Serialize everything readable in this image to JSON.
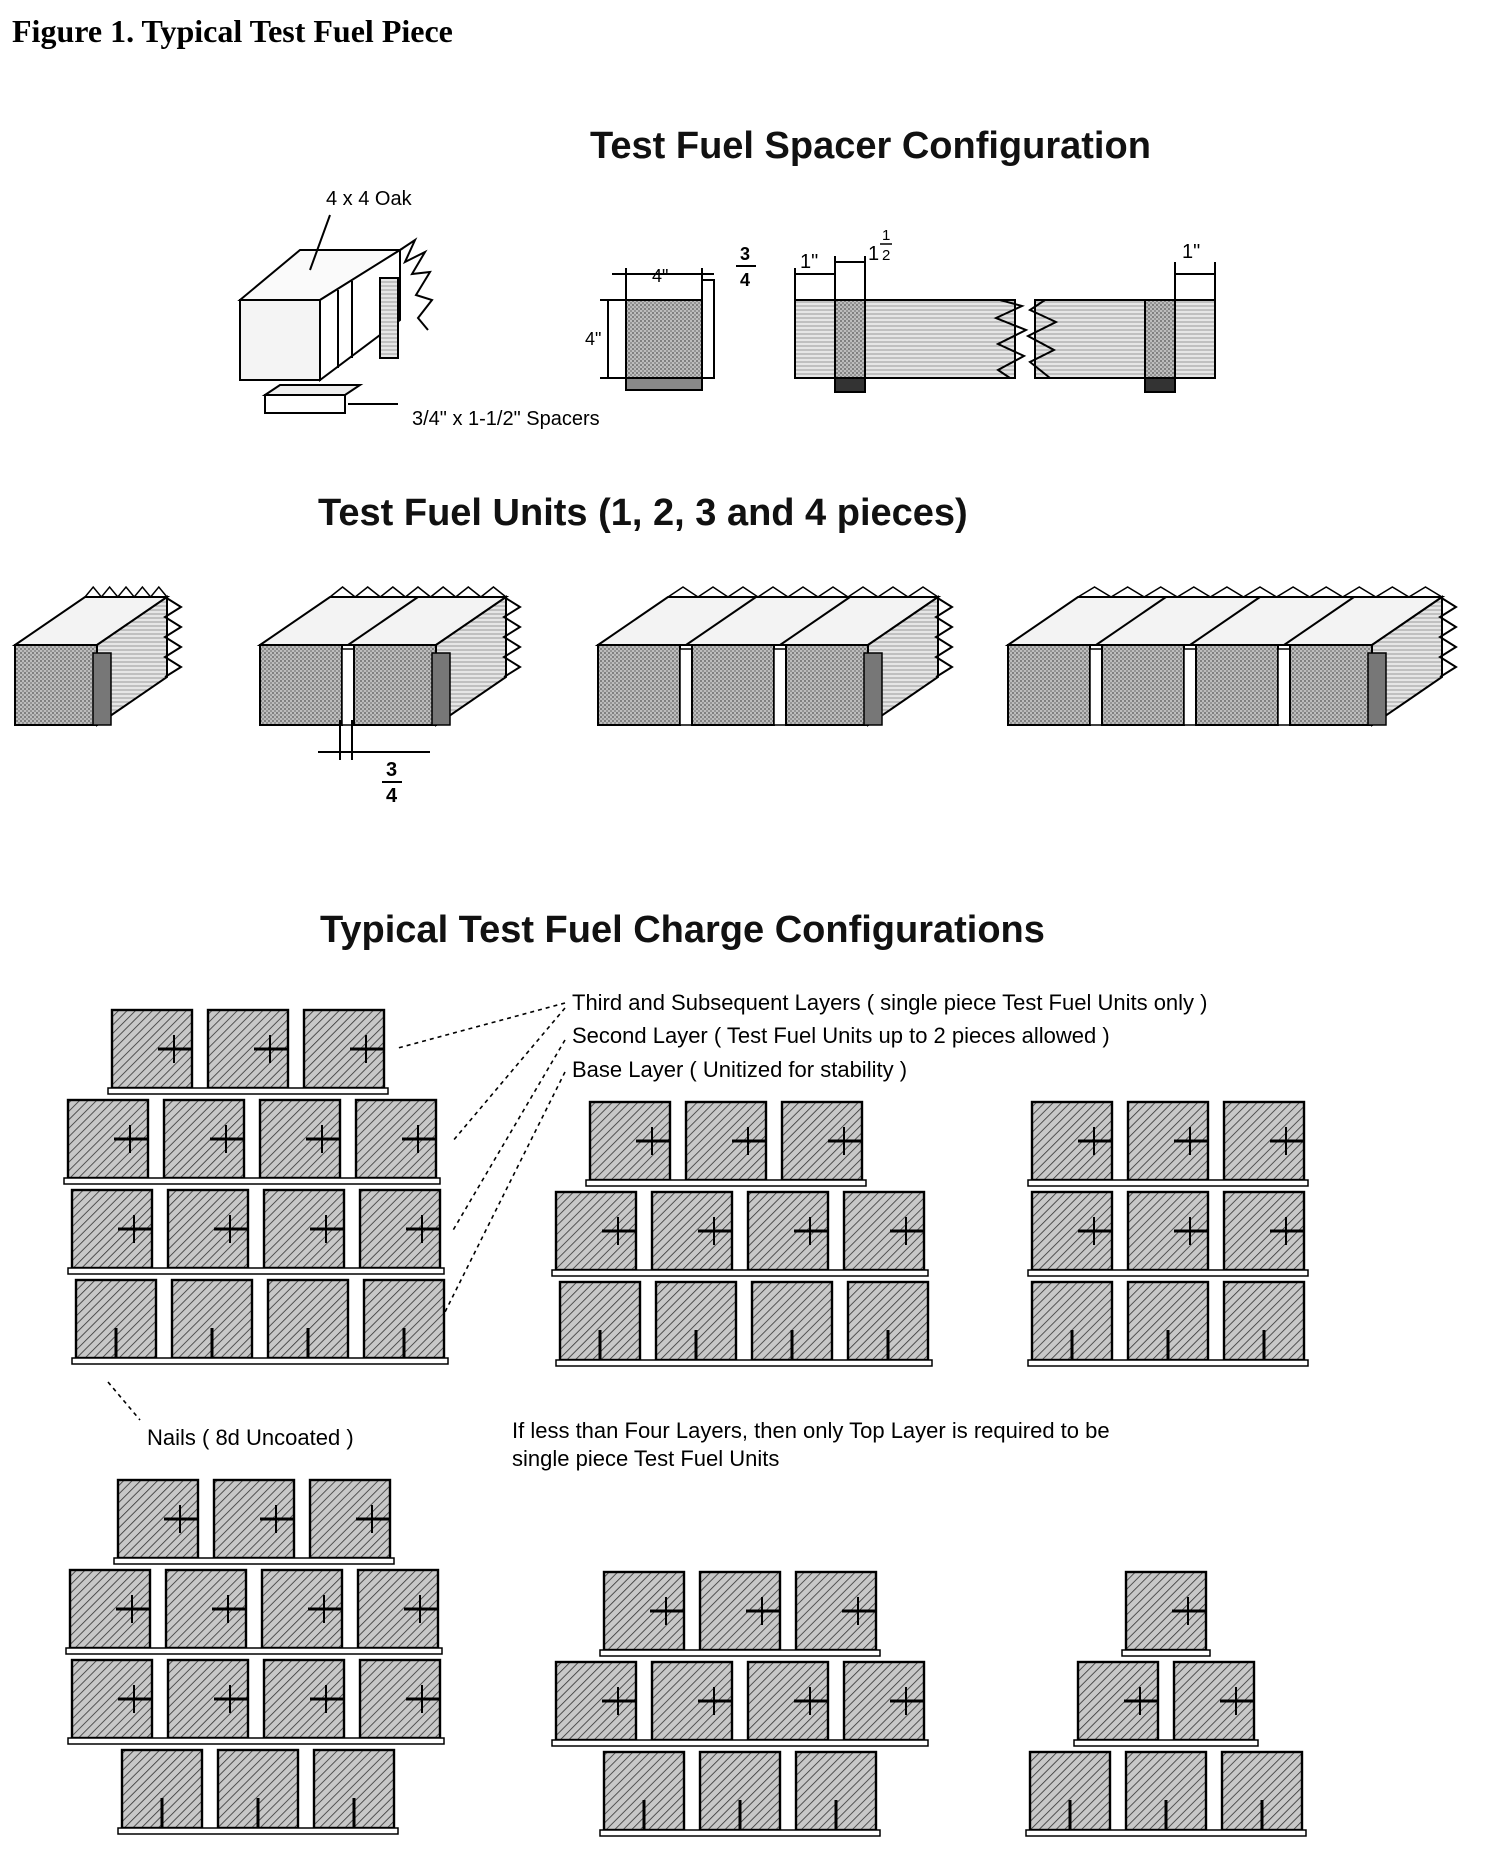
{
  "figure_title": "Figure 1. Typical Test Fuel Piece",
  "spacer_section": {
    "heading": "Test Fuel Spacer Configuration",
    "oak_label": "4 x 4 Oak",
    "spacer_label": "3/4\" x 1-1/2\" Spacers",
    "dim_width": "4\"",
    "dim_height": "4\"",
    "dim_three_num": "3",
    "dim_three_den": "4",
    "dim_one_left": "1\"",
    "dim_one_half_whole": "1",
    "dim_one_half_num": "1",
    "dim_one_half_den": "2",
    "dim_one_right": "1\""
  },
  "units_section": {
    "heading": "Test Fuel Units (1, 2, 3 and 4 pieces)",
    "gap_num": "3",
    "gap_den": "4"
  },
  "charge_section": {
    "heading": "Typical Test Fuel Charge Configurations",
    "label_third": "Third and Subsequent Layers ( single piece Test Fuel Units only )",
    "label_second": "Second Layer ( Test Fuel Units up to 2 pieces allowed )",
    "label_base": "Base Layer ( Unitized for stability )",
    "label_nails": "Nails ( 8d Uncoated )",
    "note_line1": "If less than Four Layers, then only Top Layer is required to be",
    "note_line2": "single piece Test Fuel Units"
  },
  "colors": {
    "ink": "#000000",
    "fill_gray": "#b8b8b8",
    "background": "#ffffff"
  }
}
